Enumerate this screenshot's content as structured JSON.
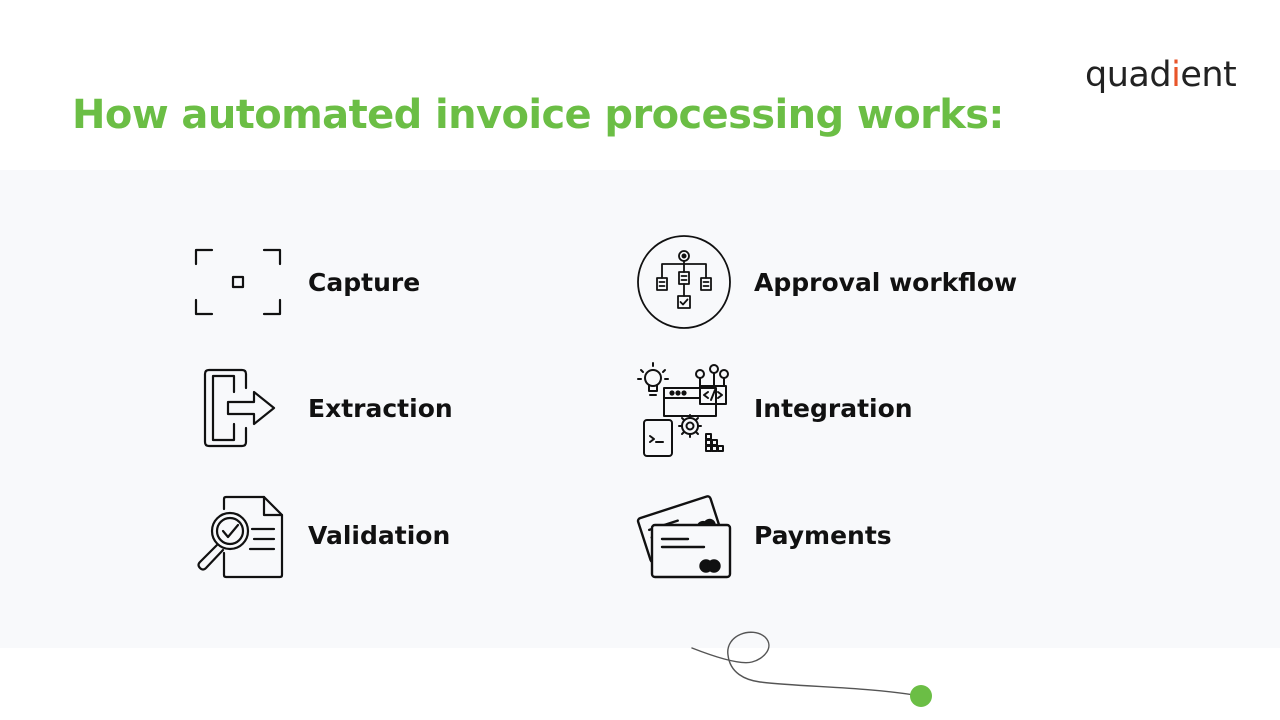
{
  "logo": {
    "prefix": "quad",
    "accent": "i",
    "suffix": "ent"
  },
  "title": "How automated invoice processing works:",
  "steps": [
    {
      "label": "Capture",
      "icon": "scan-frame-icon"
    },
    {
      "label": "Extraction",
      "icon": "exit-arrow-icon"
    },
    {
      "label": "Validation",
      "icon": "document-magnifier-check-icon"
    },
    {
      "label": "Approval workflow",
      "icon": "workflow-tree-icon"
    },
    {
      "label": "Integration",
      "icon": "integration-gear-code-icon"
    },
    {
      "label": "Payments",
      "icon": "credit-cards-icon"
    }
  ],
  "colors": {
    "accent_green": "#6bbe45",
    "logo_accent": "#e8552a",
    "panel_bg": "#f8f9fb",
    "text": "#111111"
  }
}
